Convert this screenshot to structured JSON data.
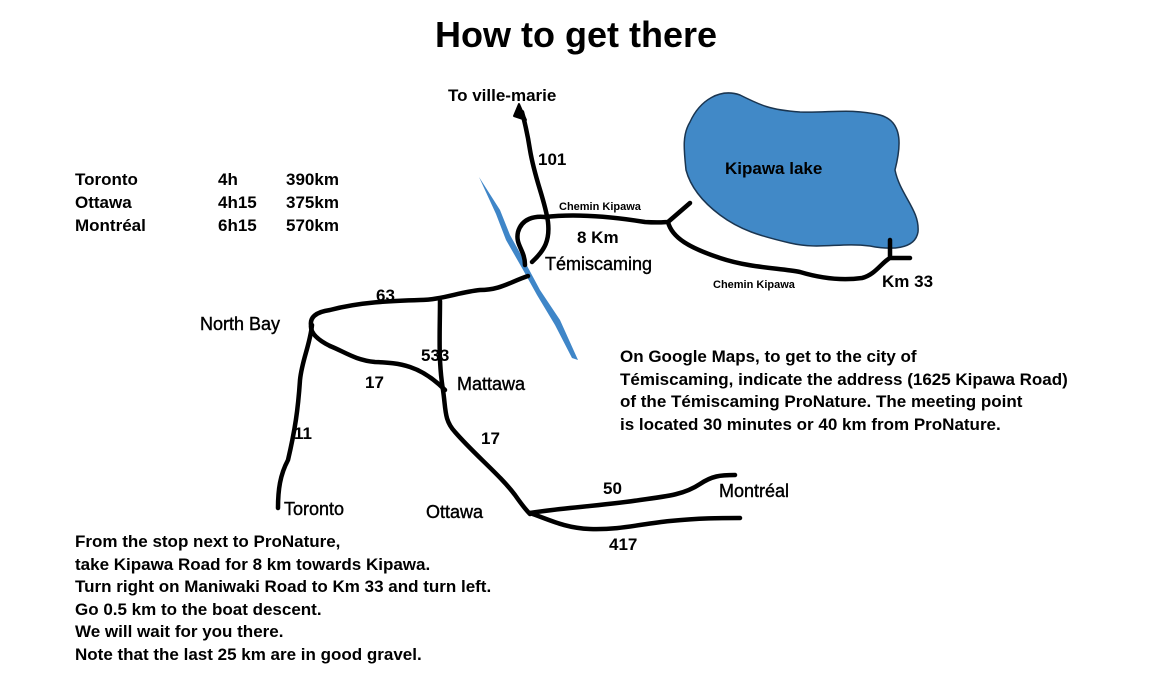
{
  "title": "How to get there",
  "travel_times": [
    {
      "city": "Toronto",
      "time": "4h",
      "distance": "390km"
    },
    {
      "city": "Ottawa",
      "time": "4h15",
      "distance": "375km"
    },
    {
      "city": "Montréal",
      "time": "6h15",
      "distance": "570km"
    }
  ],
  "map": {
    "lake_label": "Kipawa lake",
    "to_label": "To ville-marie",
    "roads": {
      "r101": "101",
      "r63": "63",
      "r533": "533",
      "r17a": "17",
      "r17b": "17",
      "r11": "11",
      "r50": "50",
      "r417": "417"
    },
    "chemin_upper": "Chemin Kipawa",
    "chemin_lower": "Chemin Kipawa",
    "distance_8km": "8 Km",
    "km33": "Km 33",
    "cities": {
      "temiscaming": "Témiscaming",
      "north_bay": "North Bay",
      "mattawa": "Mattawa",
      "toronto": "Toronto",
      "ottawa": "Ottawa",
      "montreal": "Montréal"
    },
    "lake_color": "#4189c7",
    "river_color": "#3f86c8"
  },
  "google_note": [
    "On Google Maps, to get to the city of",
    "Témiscaming, indicate the address (1625 Kipawa Road)",
    "of the Témiscaming ProNature. The meeting point",
    "is located 30 minutes or 40 km from ProNature."
  ],
  "directions": [
    "From the stop next to ProNature,",
    "take Kipawa Road for 8 km towards Kipawa.",
    "Turn right on Maniwaki Road to Km 33 and turn left.",
    "Go 0.5 km to the boat descent.",
    "We will wait for you there.",
    "Note that the last 25 km are in good gravel."
  ]
}
